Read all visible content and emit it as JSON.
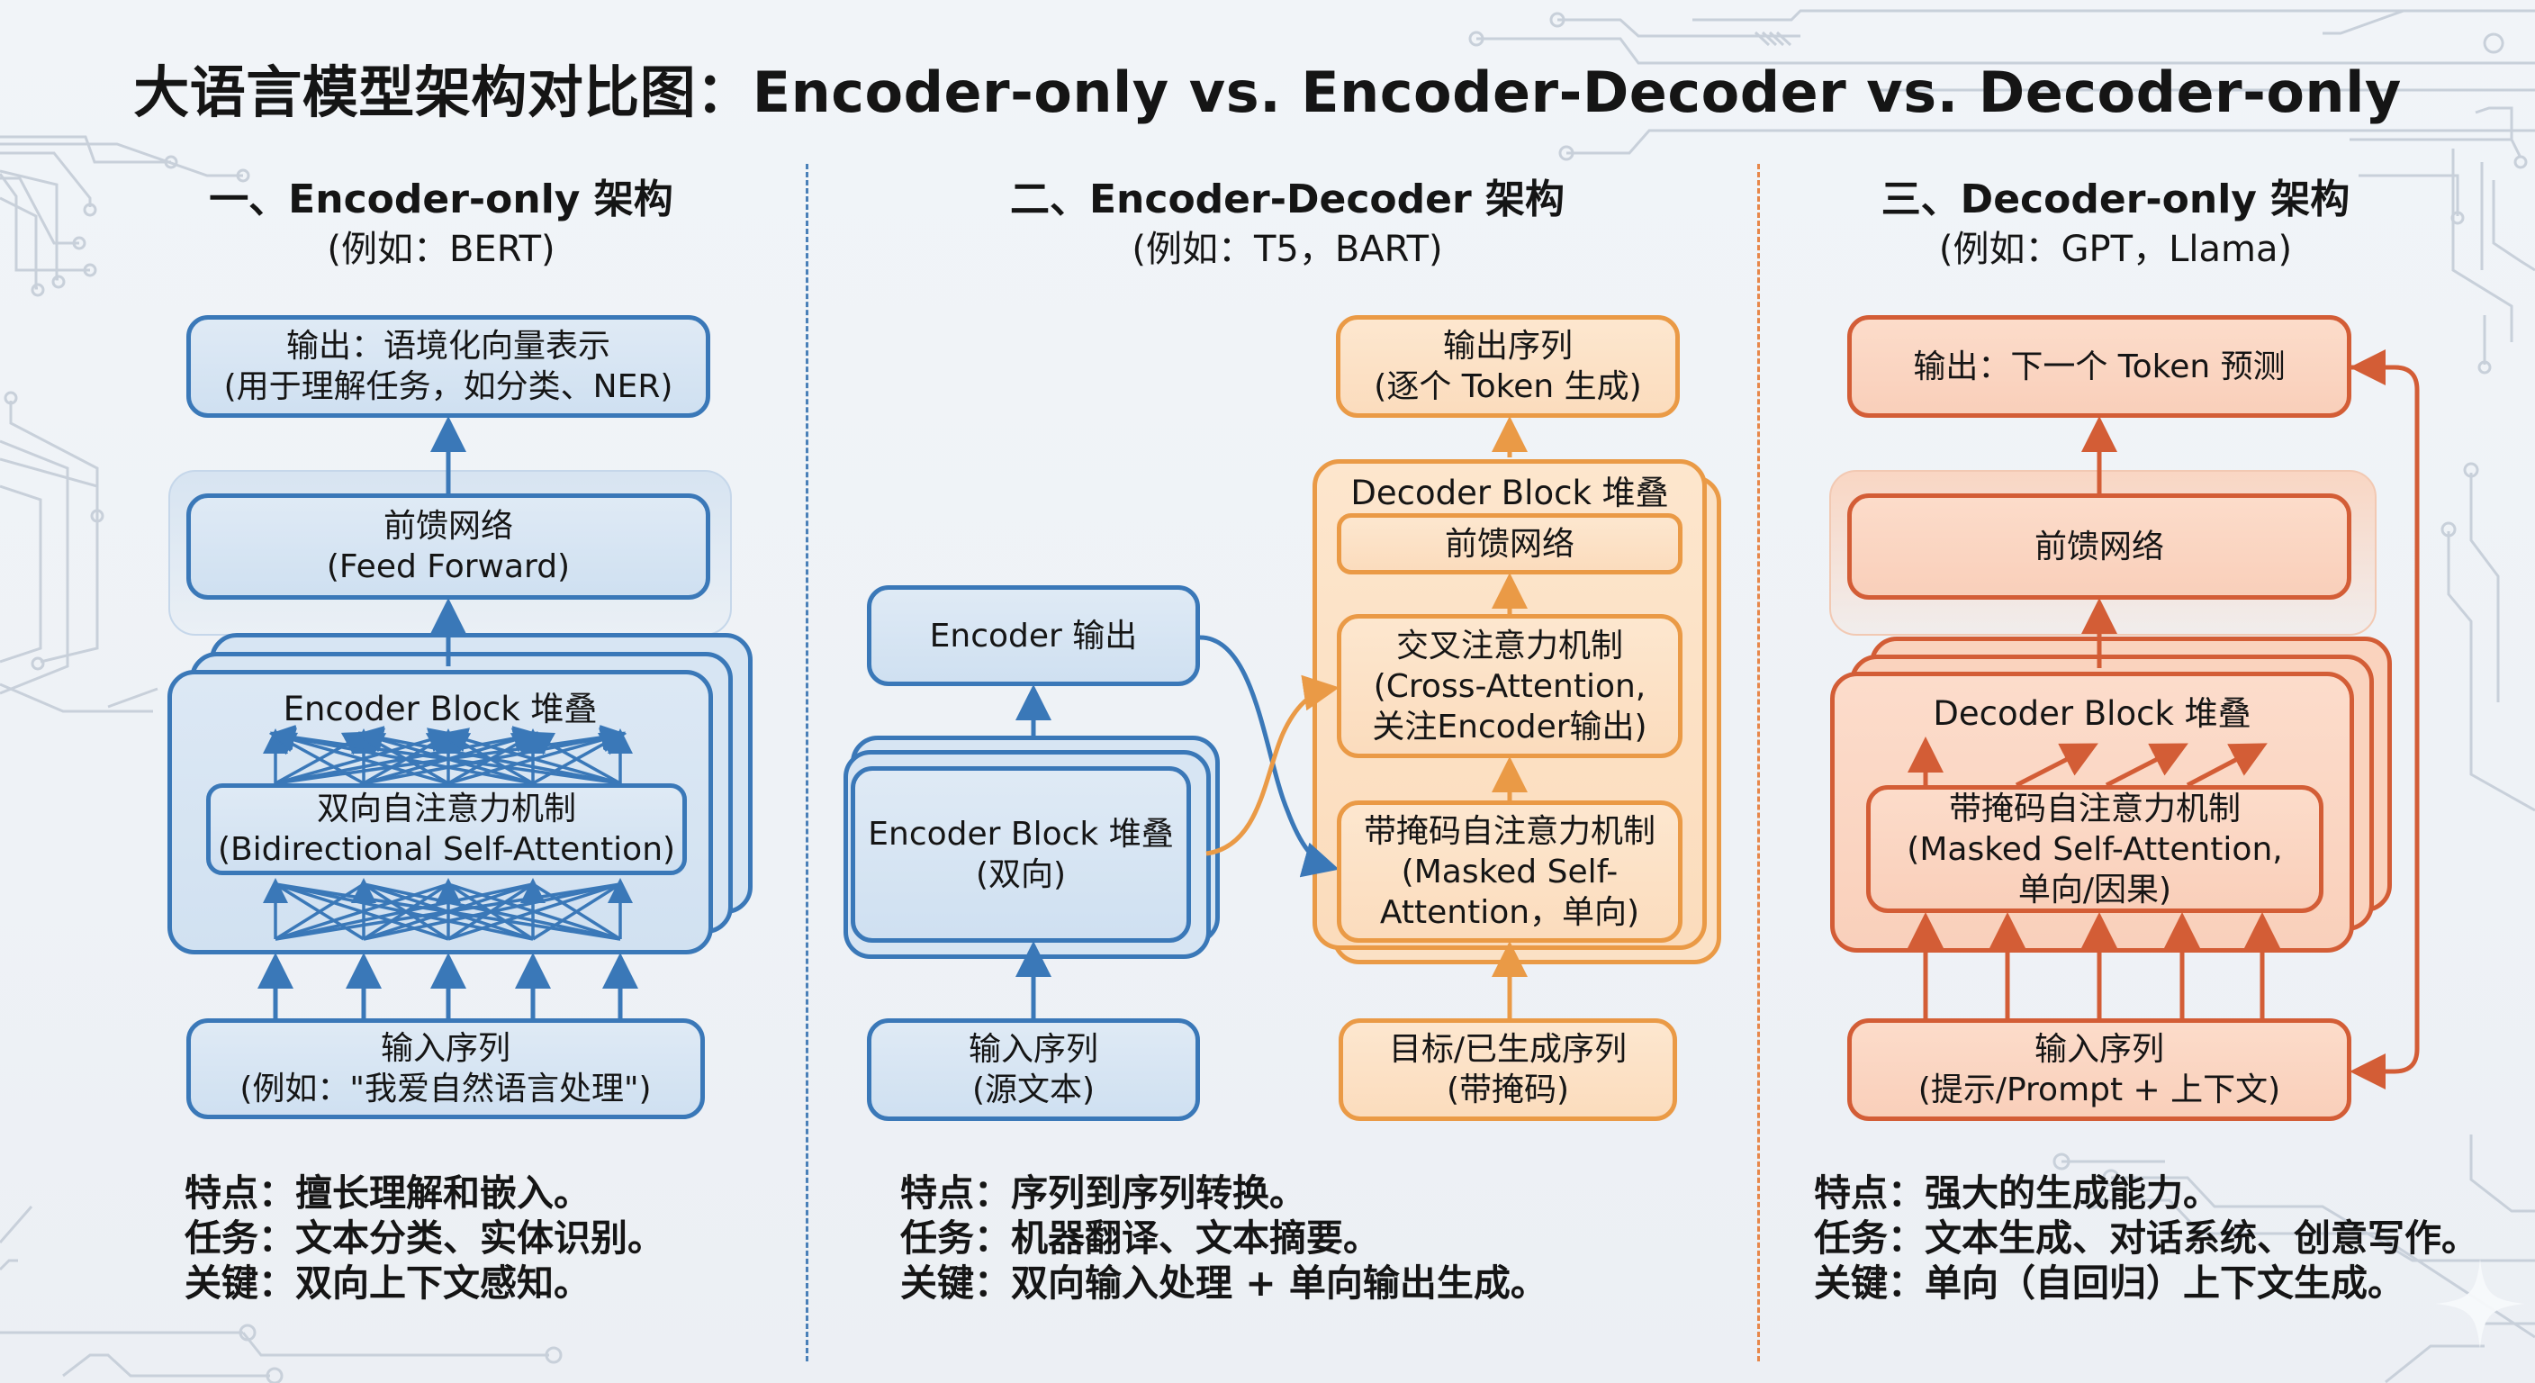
{
  "title": "大语言模型架构对比图：Encoder-only vs. Encoder-Decoder vs. Decoder-only",
  "colors": {
    "encoder_blue": "#3a78b8",
    "encdec_orange": "#ea9a46",
    "decoder_red": "#d35d36",
    "circuit_gray": "#c3ccd6"
  },
  "columns": [
    {
      "heading": "一、Encoder-only 架构",
      "example": "(例如：BERT)",
      "output_box": [
        "输出：语境化向量表示",
        "(用于理解任务，如分类、NER)"
      ],
      "ffn_box": [
        "前馈网络",
        "(Feed Forward)"
      ],
      "stack_label": "Encoder Block 堆叠",
      "attention_box": [
        "双向自注意力机制",
        "(Bidirectional Self-Attention)"
      ],
      "input_box": [
        "输入序列",
        "(例如：\"我爱自然语言处理\")"
      ],
      "notes": [
        "特点：擅长理解和嵌入。",
        "任务：文本分类、实体识别。",
        "关键：双向上下文感知。"
      ]
    },
    {
      "heading": "二、Encoder-Decoder 架构",
      "example": "(例如：T5，BART)",
      "encoder_output_box": [
        "Encoder 输出"
      ],
      "encoder_stack_box": [
        "Encoder Block 堆叠",
        "(双向)"
      ],
      "encoder_input_box": [
        "输入序列",
        "(源文本)"
      ],
      "output_box": [
        "输出序列",
        "(逐个 Token 生成)"
      ],
      "stack_label": "Decoder Block 堆叠",
      "ffn_box": [
        "前馈网络"
      ],
      "cross_attention_box": [
        "交叉注意力机制",
        "(Cross-Attention,",
        "关注Encoder输出)"
      ],
      "masked_attention_box": [
        "带掩码自注意力机制",
        "(Masked Self-",
        "Attention，单向)"
      ],
      "target_input_box": [
        "目标/已生成序列",
        "(带掩码)"
      ],
      "notes": [
        "特点：序列到序列转换。",
        "任务：机器翻译、文本摘要。",
        "关键：双向输入处理 + 单向输出生成。"
      ]
    },
    {
      "heading": "三、Decoder-only 架构",
      "example": "(例如：GPT，Llama)",
      "output_box": [
        "输出：下一个 Token 预测"
      ],
      "ffn_box": [
        "前馈网络"
      ],
      "stack_label": "Decoder Block 堆叠",
      "attention_box": [
        "带掩码自注意力机制",
        "(Masked Self-Attention,",
        "单向/因果)"
      ],
      "input_box": [
        "输入序列",
        "(提示/Prompt + 上下文)"
      ],
      "notes": [
        "特点：强大的生成能力。",
        "任务：文本生成、对话系统、创意写作。",
        "关键：单向（自回归）上下文生成。"
      ]
    }
  ]
}
